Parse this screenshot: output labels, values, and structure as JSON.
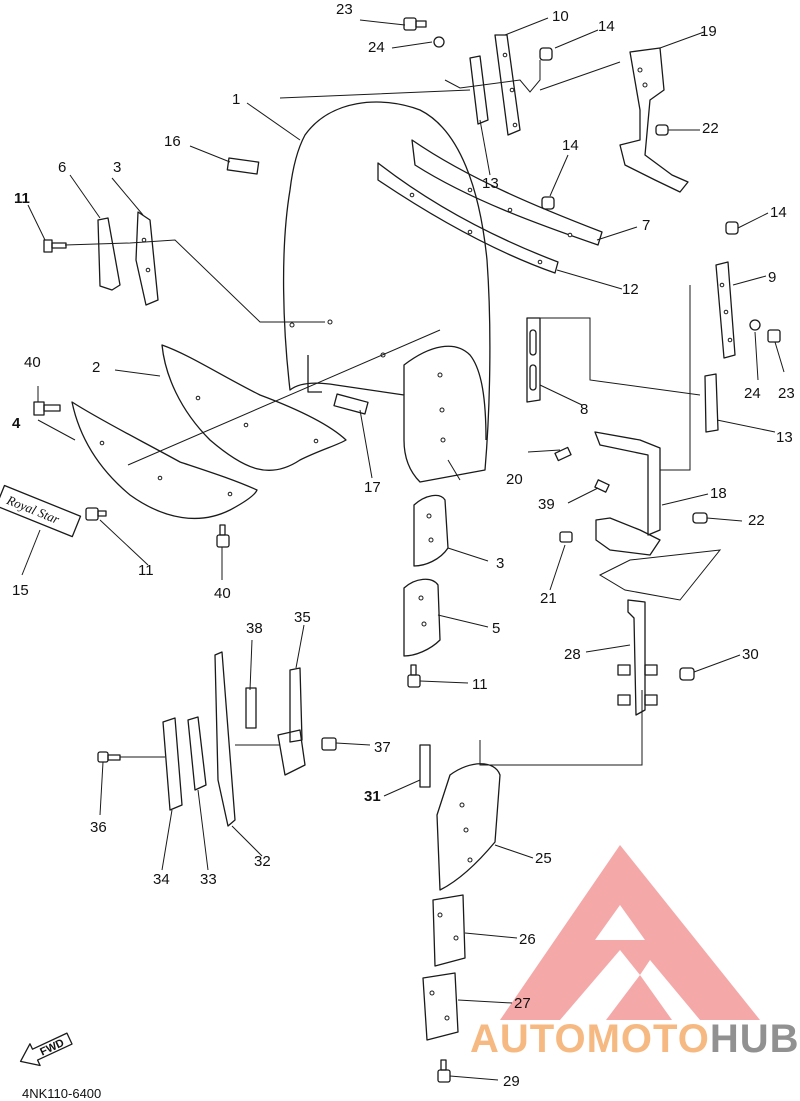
{
  "diagram_code": "4NK110-6400",
  "emblem_text": "Royal Star",
  "direction_label": "FWD",
  "watermark": {
    "part1": "AUTOMOTO",
    "part2": "HUB",
    "color1": "#f4a259",
    "color2": "#6d6d6d",
    "triangle_color": "#f28b8b"
  },
  "callouts": [
    {
      "id": "c1",
      "text": "1"
    },
    {
      "id": "c2",
      "text": "2"
    },
    {
      "id": "c3a",
      "text": "3"
    },
    {
      "id": "c3b",
      "text": "3"
    },
    {
      "id": "c4",
      "text": "4"
    },
    {
      "id": "c5",
      "text": "5"
    },
    {
      "id": "c6",
      "text": "6"
    },
    {
      "id": "c7",
      "text": "7"
    },
    {
      "id": "c8",
      "text": "8"
    },
    {
      "id": "c9",
      "text": "9"
    },
    {
      "id": "c10",
      "text": "10"
    },
    {
      "id": "c11a",
      "text": "11"
    },
    {
      "id": "c11b",
      "text": "11"
    },
    {
      "id": "c11c",
      "text": "11"
    },
    {
      "id": "c12",
      "text": "12"
    },
    {
      "id": "c13a",
      "text": "13"
    },
    {
      "id": "c13b",
      "text": "13"
    },
    {
      "id": "c14a",
      "text": "14"
    },
    {
      "id": "c14b",
      "text": "14"
    },
    {
      "id": "c14c",
      "text": "14"
    },
    {
      "id": "c15",
      "text": "15"
    },
    {
      "id": "c16",
      "text": "16"
    },
    {
      "id": "c17",
      "text": "17"
    },
    {
      "id": "c18",
      "text": "18"
    },
    {
      "id": "c19",
      "text": "19"
    },
    {
      "id": "c20",
      "text": "20"
    },
    {
      "id": "c21",
      "text": "21"
    },
    {
      "id": "c22a",
      "text": "22"
    },
    {
      "id": "c22b",
      "text": "22"
    },
    {
      "id": "c23a",
      "text": "23"
    },
    {
      "id": "c23b",
      "text": "23"
    },
    {
      "id": "c24a",
      "text": "24"
    },
    {
      "id": "c24b",
      "text": "24"
    },
    {
      "id": "c25",
      "text": "25"
    },
    {
      "id": "c26",
      "text": "26"
    },
    {
      "id": "c27",
      "text": "27"
    },
    {
      "id": "c28",
      "text": "28"
    },
    {
      "id": "c29",
      "text": "29"
    },
    {
      "id": "c30",
      "text": "30"
    },
    {
      "id": "c31",
      "text": "31"
    },
    {
      "id": "c32",
      "text": "32"
    },
    {
      "id": "c33",
      "text": "33"
    },
    {
      "id": "c34",
      "text": "34"
    },
    {
      "id": "c35",
      "text": "35"
    },
    {
      "id": "c36",
      "text": "36"
    },
    {
      "id": "c37",
      "text": "37"
    },
    {
      "id": "c38",
      "text": "38"
    },
    {
      "id": "c39",
      "text": "39"
    },
    {
      "id": "c40a",
      "text": "40"
    },
    {
      "id": "c40b",
      "text": "40"
    }
  ]
}
